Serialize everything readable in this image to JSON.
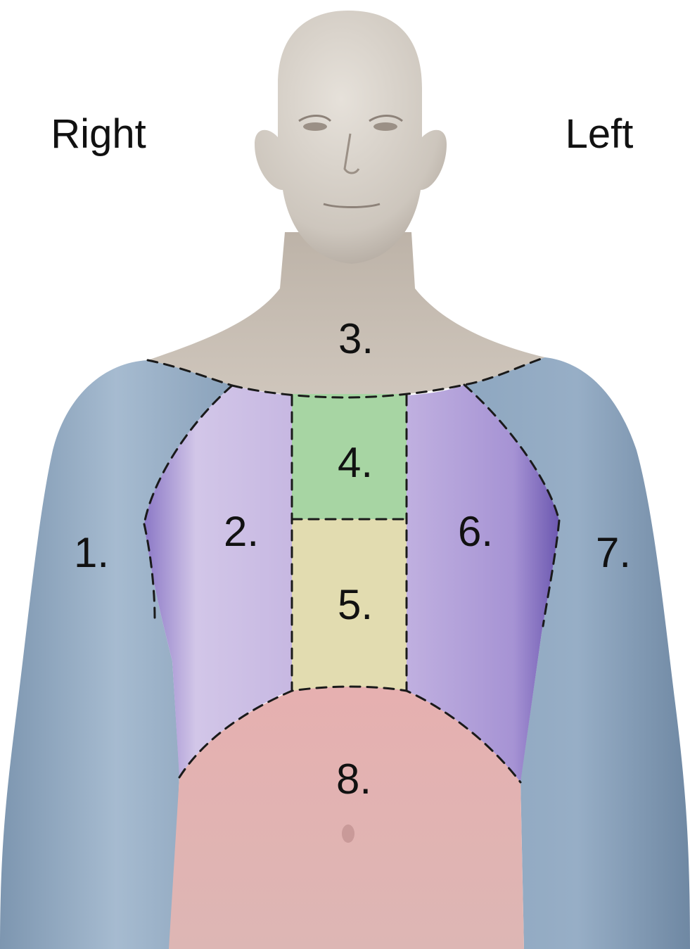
{
  "labels": {
    "right_side": "Right",
    "left_side": "Left"
  },
  "regions": [
    {
      "number": "1.",
      "color": "#9db3c9"
    },
    {
      "number": "2.",
      "color": "#c9b8e0"
    },
    {
      "number": "3.",
      "color": "#cfc6bc"
    },
    {
      "number": "4.",
      "color": "#a9d8a8"
    },
    {
      "number": "5.",
      "color": "#e8e0b0"
    },
    {
      "number": "6.",
      "color": "#b7a6dc"
    },
    {
      "number": "7.",
      "color": "#8fa8c2"
    },
    {
      "number": "8.",
      "color": "#e5b3b3"
    }
  ]
}
